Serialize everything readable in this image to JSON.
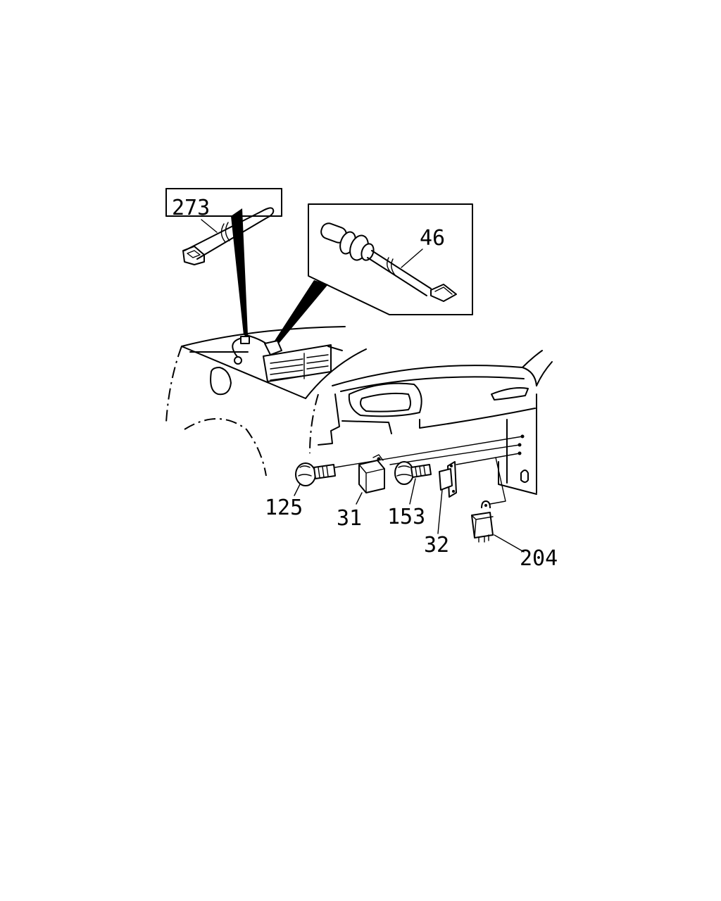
{
  "callouts": {
    "c273": "273",
    "c46": "46",
    "c125": "125",
    "c31": "31",
    "c153": "153",
    "c32": "32",
    "c204": "204"
  }
}
